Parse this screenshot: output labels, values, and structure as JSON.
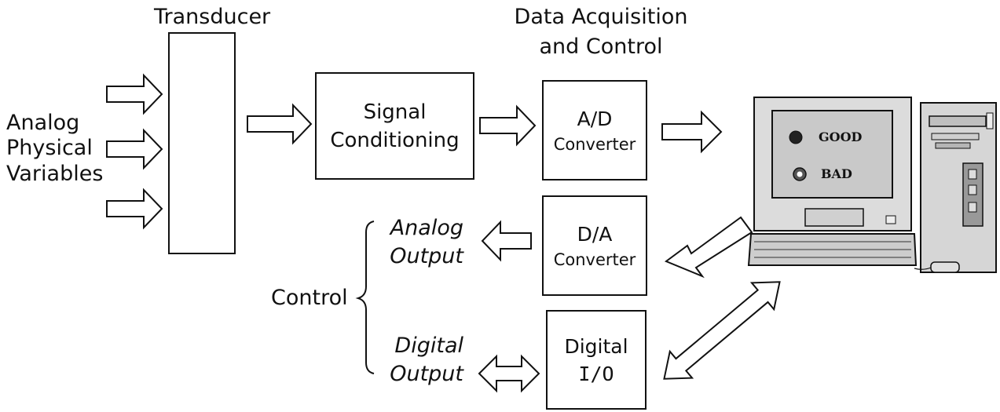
{
  "transducer": {
    "label": "Transducer"
  },
  "daq_title": {
    "line1": "Data Acquisition",
    "line2": "and Control"
  },
  "inputs": {
    "line1": "Analog",
    "line2": "Physical",
    "line3": "Variables"
  },
  "signal_conditioning": {
    "line1": "Signal",
    "line2": "Conditioning"
  },
  "ad_converter": {
    "line1": "A/D",
    "line2": "Converter"
  },
  "da_converter": {
    "line1": "D/A",
    "line2": "Converter"
  },
  "digital_io": {
    "line1": "Digital",
    "line2": "I/O"
  },
  "analog_output": {
    "line1": "Analog",
    "line2": "Output"
  },
  "digital_output": {
    "line1": "Digital",
    "line2": "Output"
  },
  "control": {
    "label": "Control"
  },
  "computer": {
    "good_label": "GOOD",
    "bad_label": "BAD"
  }
}
